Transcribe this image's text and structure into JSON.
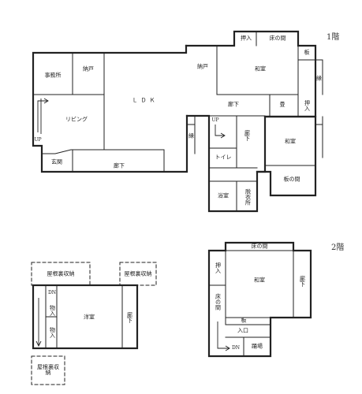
{
  "floors": [
    {
      "key": "1f",
      "label": "1階"
    },
    {
      "key": "2f",
      "label": "2階"
    }
  ],
  "rooms_1f": {
    "jimusho": "事務所",
    "nando_a": "納戸",
    "living": "リビング",
    "ldk": "ＬＤＫ",
    "genkan": "玄関",
    "rouka_a": "廊下",
    "nando_b": "納戸",
    "washitsu_a": "和室",
    "oshiire_a": "押入",
    "tokonoma_a": "床の間",
    "ita_a": "板",
    "en": "縁",
    "rouka_b": "廊下",
    "tatami": "畳",
    "oshiire_b": "押入",
    "rouka_c": "廊下",
    "toilet": "トイレ",
    "washitsu_b": "和室",
    "itanoma": "板の間",
    "yokushitsu": "浴室",
    "datsuijo": "脱衣所",
    "en_b": "縁",
    "up_a": "UP",
    "up_b": "UP"
  },
  "rooms_2f": {
    "attic_a": "屋根裏収納",
    "attic_b": "屋根裏収納",
    "dn_a": "DN",
    "monoire_a": "物入",
    "monoire_b": "物入",
    "youshitsu": "洋室",
    "rouka_d": "廊下",
    "attic_c": "屋根裏収納",
    "tokonoma_b": "床の間",
    "oshiire_c": "押入",
    "washitsu_c": "和室",
    "rouka_e": "廊下",
    "tokonoma_c": "床の間",
    "ita_b": "板",
    "iriguchi": "入口",
    "odoriba": "踊場",
    "dn_b": "DN"
  }
}
